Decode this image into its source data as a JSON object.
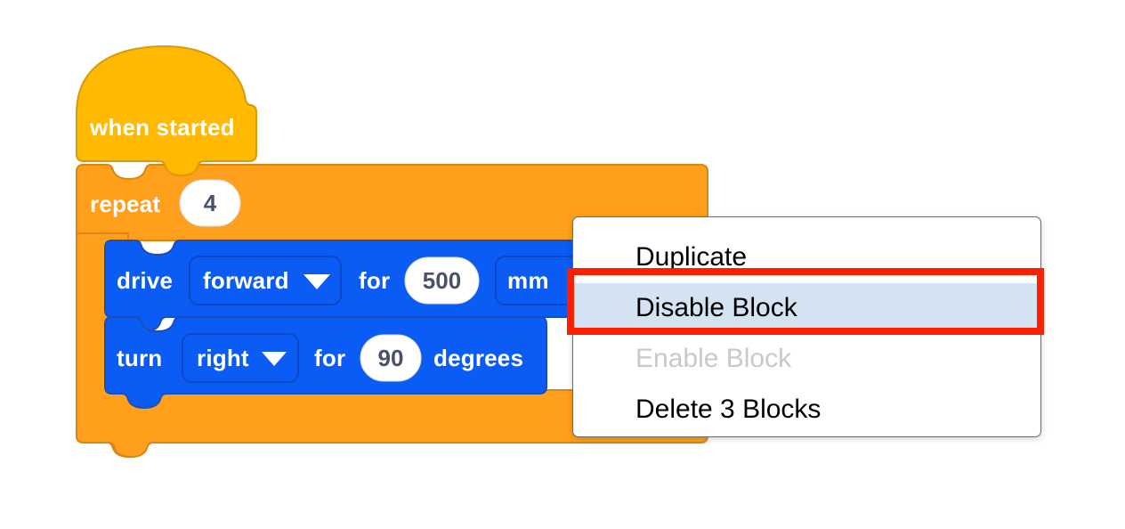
{
  "app": {
    "kind": "block-based-visual-programming-canvas",
    "background_color": "#ffffff"
  },
  "colors": {
    "hat_block": "#ffb900",
    "hat_block_stroke": "#d89b09",
    "control_block": "#ff9f1c",
    "control_block_stroke": "#d98713",
    "motion_block": "#0b5cf4",
    "motion_block_stroke": "#1a4fb8",
    "field_white": "#ffffff",
    "field_text": "#49516b",
    "block_text": "#ffffff",
    "menu_background": "#ffffff",
    "menu_border": "#6b6b6b",
    "menu_highlight": "#d3e3f2",
    "menu_text": "#000000",
    "menu_text_disabled": "#c9c9c9",
    "annotation": "#fa2000"
  },
  "script": {
    "hat_block": {
      "name": "when-started-block",
      "label": "when started"
    },
    "control_block": {
      "name": "repeat-block",
      "label": "repeat",
      "count_value": "4"
    },
    "statements": [
      {
        "name": "drive-block",
        "verb": "drive",
        "direction_value": "forward",
        "direction_icon": "chevron-down-icon",
        "connector": "for",
        "amount_value": "500",
        "unit_value": "mm"
      },
      {
        "name": "turn-block",
        "verb": "turn",
        "direction_value": "right",
        "direction_icon": "chevron-down-icon",
        "connector": "for",
        "amount_value": "90",
        "unit_value": "degrees"
      }
    ]
  },
  "context_menu": {
    "name": "block-context-menu",
    "items": [
      {
        "id": "duplicate",
        "label": "Duplicate",
        "state": "normal"
      },
      {
        "id": "disable-block",
        "label": "Disable Block",
        "state": "highlighted"
      },
      {
        "id": "enable-block",
        "label": "Enable Block",
        "state": "disabled"
      },
      {
        "id": "delete-blocks",
        "label": "Delete 3 Blocks",
        "state": "normal"
      }
    ]
  },
  "annotation": {
    "name": "highlight-rectangle",
    "targets": "disable-block",
    "color": "#fa2000"
  }
}
